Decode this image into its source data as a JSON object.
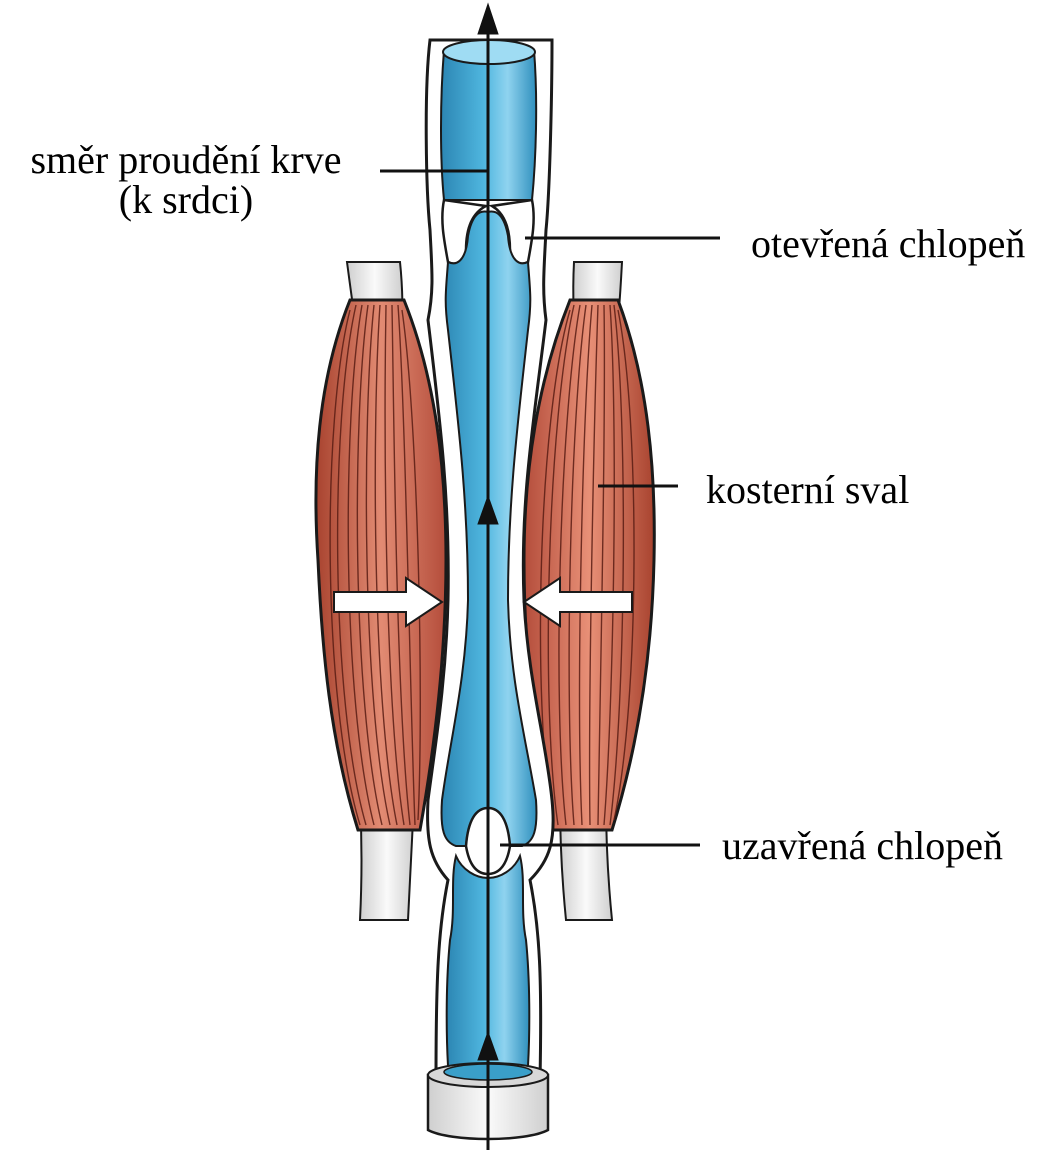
{
  "labels": {
    "flow_line1": "směr proudění krve",
    "flow_line2": "(k srdci)",
    "open_valve": "otevřená chlopeň",
    "muscle": "kosterní sval",
    "closed_valve": "uzavřená chlopeň"
  },
  "colors": {
    "blood": "#3a9fc9",
    "blood_light": "#8fd3ef",
    "muscle": "#c9614f",
    "muscle_dark": "#8a2e22",
    "tendon": "#e6e6e6",
    "outline": "#1a1a1a",
    "arrow_fill": "#ffffff"
  },
  "icons": {
    "flow_arrow": "arrow-up",
    "pressure_arrow_left": "arrow-right-hollow",
    "pressure_arrow_right": "arrow-left-hollow"
  }
}
